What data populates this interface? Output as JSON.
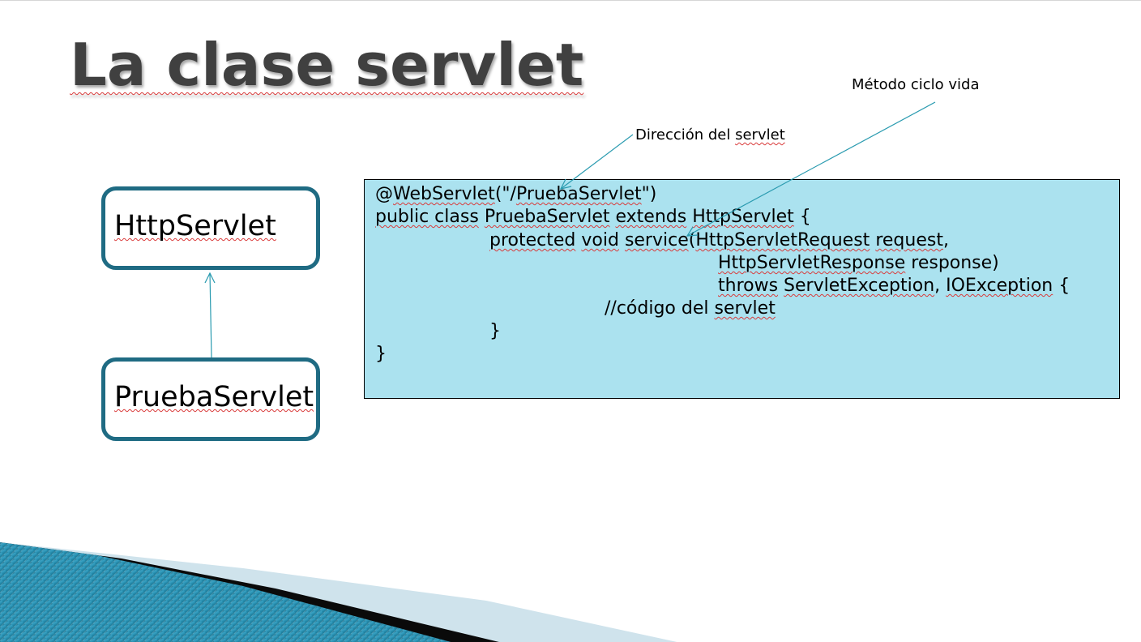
{
  "slide": {
    "title": "La clase servlet"
  },
  "callouts": {
    "ciclo": "Método ciclo vida",
    "direccion_prefix": "Dirección del ",
    "direccion_word": "servlet"
  },
  "diagram": {
    "superclass": "HttpServlet",
    "subclass": "PruebaServlet"
  },
  "code": {
    "line1_a": "@",
    "line1_b": "WebServlet",
    "line1_c": "(\"/",
    "line1_d": "PruebaServlet",
    "line1_e": "\")",
    "line2_a": "public class",
    "line2_b": " ",
    "line2_c": "PruebaServlet",
    "line2_d": " ",
    "line2_e": "extends",
    "line2_f": " ",
    "line2_g": "HttpServlet",
    "line2_h": " {",
    "line3_a": "protected",
    "line3_b": " ",
    "line3_c": "void",
    "line3_d": " ",
    "line3_e": "service",
    "line3_f": "(",
    "line3_g": "HttpServletRequest",
    "line3_h": " ",
    "line3_i": "request",
    "line3_j": ",",
    "line4_a": "HttpServletResponse",
    "line4_b": " response)",
    "line5_a": "throws",
    "line5_b": " ",
    "line5_c": "ServletException",
    "line5_d": ", ",
    "line5_e": "IOException",
    "line5_f": " {",
    "line6_a": "//código del ",
    "line6_b": "servlet",
    "line7": "}",
    "line8": "}"
  },
  "colors": {
    "title": "#404040",
    "box_border": "#1f6b83",
    "code_background": "#abe2ef",
    "arrow": "#2a9bb0",
    "spellcheck": "#d93a3a"
  }
}
